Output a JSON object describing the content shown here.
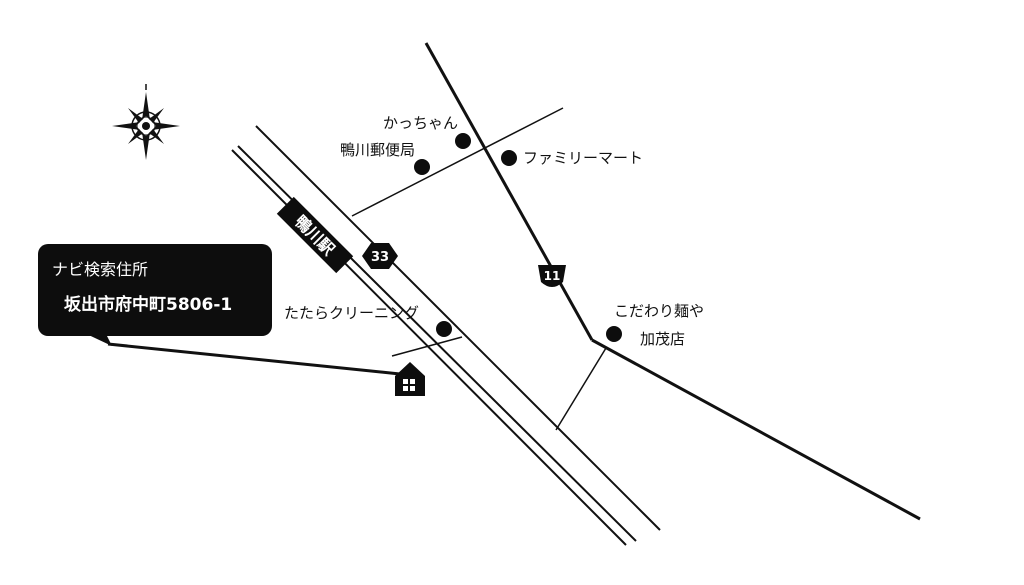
{
  "callout": {
    "title": "ナビ検索住所",
    "address": "坂出市府中町5806-1"
  },
  "station": {
    "name": "鴨川駅"
  },
  "route_shields": {
    "route_33": "33",
    "route_11": "11"
  },
  "landmarks": {
    "kacchan": "かっちゃん",
    "post_office": "鴨川郵便局",
    "family_mart": "ファミリーマート",
    "cleaning": "たたらクリーニング",
    "kodawari_line1": "こだわり麺や",
    "kodawari_line2": "加茂店"
  },
  "icons": {
    "compass": "compass-rose-icon",
    "destination": "house-icon"
  },
  "colors": {
    "ink": "#111111",
    "background": "#ffffff"
  }
}
